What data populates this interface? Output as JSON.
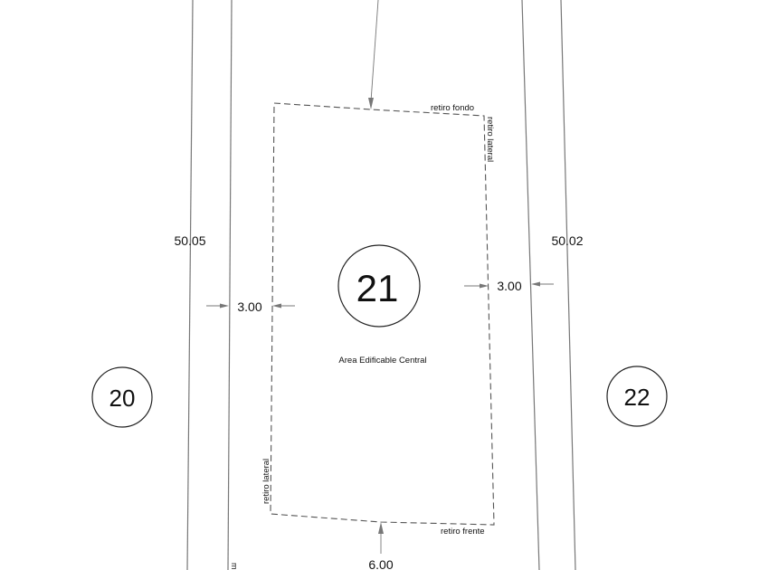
{
  "lots": {
    "left": "20",
    "center": "21",
    "right": "22"
  },
  "dimensions": {
    "left_length": "50.05",
    "right_length": "50.02",
    "left_setback": "3.00",
    "right_setback": "3.00",
    "front_setback": "6.00"
  },
  "labels": {
    "rear": "retiro fondo",
    "lateral_right": "retiro lateral",
    "lateral_left": "retiro lateral",
    "front": "retiro frente",
    "area": "Area Edificable Central",
    "partial_bottom": "m"
  }
}
